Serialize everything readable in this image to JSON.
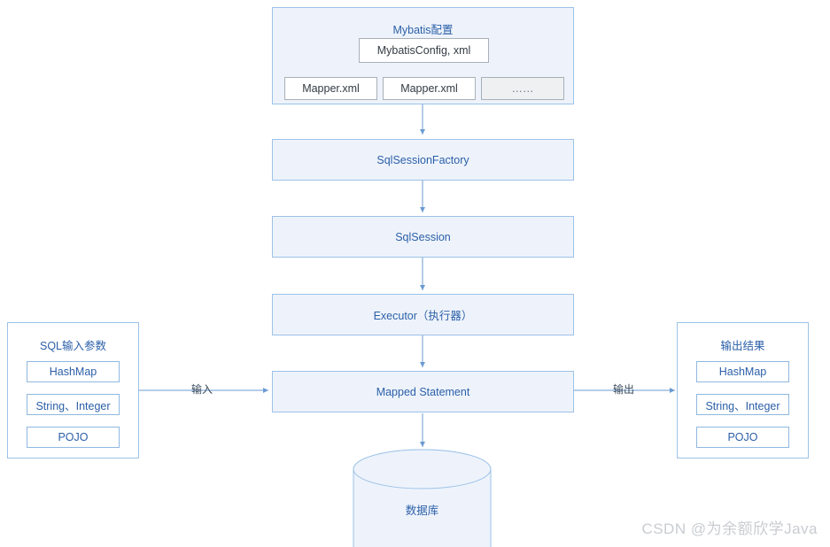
{
  "diagram": {
    "config_group": {
      "title": "Mybatis配置",
      "main_file": "MybatisConfig, xml",
      "mappers": [
        "Mapper.xml",
        "Mapper.xml",
        "……"
      ]
    },
    "flow_nodes": [
      {
        "label": "SqlSessionFactory"
      },
      {
        "label": "SqlSession"
      },
      {
        "label": "Executor（执行器）"
      },
      {
        "label": "Mapped Statement"
      }
    ],
    "input_panel": {
      "title": "SQL输入参数",
      "items": [
        "HashMap",
        "String、Integer",
        "POJO"
      ]
    },
    "output_panel": {
      "title": "输出结果",
      "items": [
        "HashMap",
        "String、Integer",
        "POJO"
      ]
    },
    "edge_labels": {
      "input": "输入",
      "output": "输出"
    },
    "database": {
      "label": "数据库"
    },
    "watermark": "CSDN @为余额欣学Java"
  }
}
